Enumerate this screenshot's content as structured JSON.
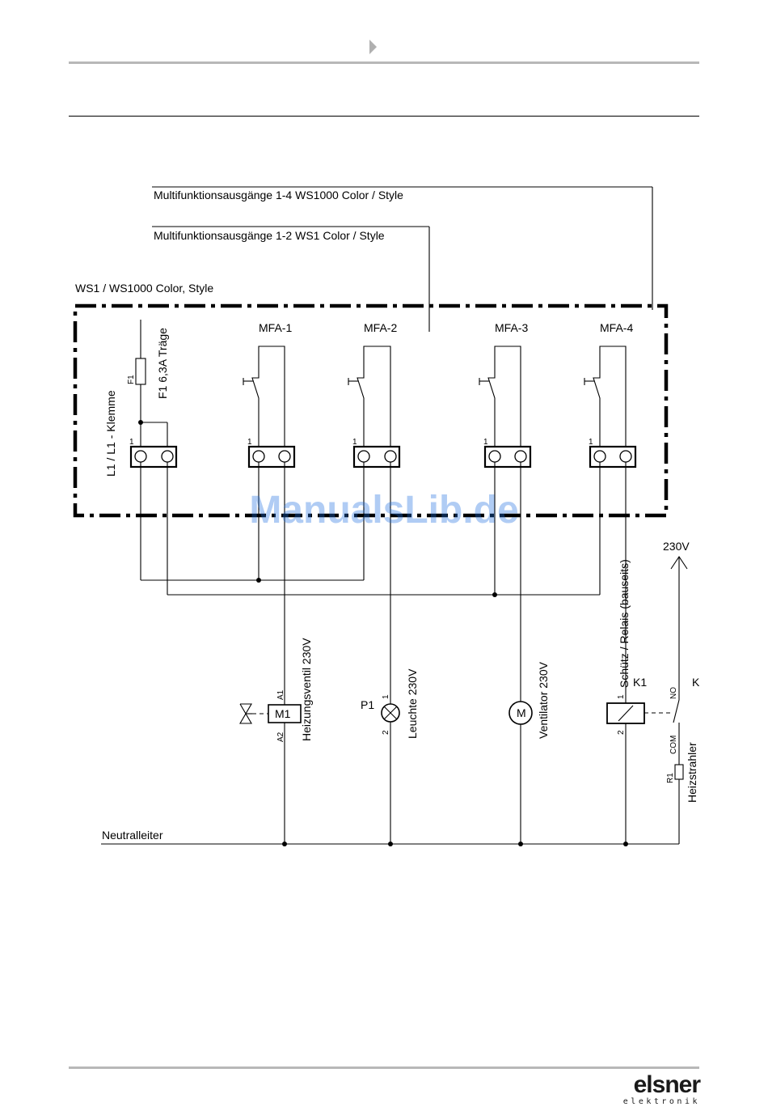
{
  "watermark": "ManualsLib.de",
  "brand": {
    "name": "elsner",
    "tagline": "elektronik"
  },
  "diagram": {
    "label_mfa_1_4": "Multifunktionsausgänge 1-4 WS1000 Color / Style",
    "label_mfa_1_2": "Multifunktionsausgänge 1-2  WS1 Color / Style",
    "device_label": "WS1 / WS1000 Color, Style",
    "outputs": [
      "MFA-1",
      "MFA-2",
      "MFA-3",
      "MFA-4"
    ],
    "terminal_pin": "1",
    "fuse": {
      "ref": "F1",
      "label": "F1 6,3A Träge"
    },
    "supply_label": "L1 / L1 - Klemme",
    "voltage_label": "230V",
    "valve": {
      "ref": "M1",
      "pin_a1": "A1",
      "pin_a2": "A2",
      "label": "Heizungsventil 230V"
    },
    "lamp": {
      "ref": "P1",
      "pin1": "1",
      "pin2": "2",
      "label": "Leuchte 230V"
    },
    "fan": {
      "ref": "M",
      "label": "Ventilator 230V"
    },
    "relay": {
      "ref": "K1",
      "pin1": "1",
      "pin2": "2",
      "label": "Schütz / Relais (bauseits)",
      "contact_ref": "K",
      "no": "NO",
      "com": "COM"
    },
    "heater": {
      "ref": "R1",
      "label": "Heizstrahler"
    },
    "neutral_label": "Neutralleiter"
  }
}
